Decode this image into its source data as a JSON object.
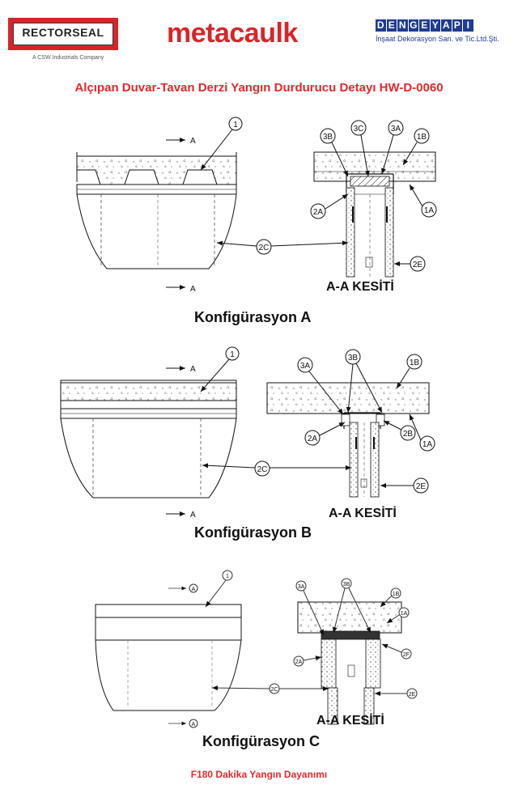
{
  "header": {
    "logo_left": "RECTORSEAL",
    "logo_left_sub": "A CSW Industrials Company",
    "logo_center": "metacaulk",
    "logo_right_letters": [
      "D",
      "E",
      "N",
      "G",
      "E",
      "Y",
      "A",
      "P",
      "I"
    ],
    "logo_right_sub": "İnşaat Dekorasyon San. ve Tic.Ltd.Şti."
  },
  "title": "Alçıpan Duvar-Tavan Derzi Yangın Durdurucu Detayı HW-D-0060",
  "configs": [
    {
      "label": "Konfigürasyon A",
      "section_label": "A-A KESİTİ",
      "section_marker": "A",
      "callouts": [
        "1",
        "2C",
        "3B",
        "3C",
        "3A",
        "1B",
        "2A",
        "1A",
        "2E"
      ]
    },
    {
      "label": "Konfigürasyon B",
      "section_label": "A-A KESİTİ",
      "section_marker": "A",
      "callouts": [
        "1",
        "2C",
        "3A",
        "3B",
        "1B",
        "2A",
        "2B",
        "1A",
        "2E"
      ]
    },
    {
      "label": "Konfigürasyon C",
      "section_label": "A-A KESİTİ",
      "section_marker": "A",
      "callouts": [
        "1",
        "2C",
        "3A",
        "3B",
        "1B",
        "1A",
        "2A",
        "2F",
        "2E"
      ]
    }
  ],
  "footer": "F180 Dakika Yangın Dayanımı"
}
